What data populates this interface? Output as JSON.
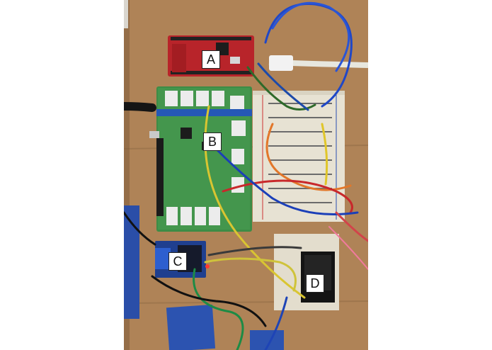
{
  "labels": {
    "a": "A",
    "b": "B",
    "c": "C",
    "d": "D"
  },
  "colors": {
    "cardboard": "#b88a5c",
    "green_pcb": "#3f8f4a",
    "red_pcb": "#b8242a",
    "breadboard": "#e9e4d6",
    "blue_tape": "#2b4fa8"
  }
}
